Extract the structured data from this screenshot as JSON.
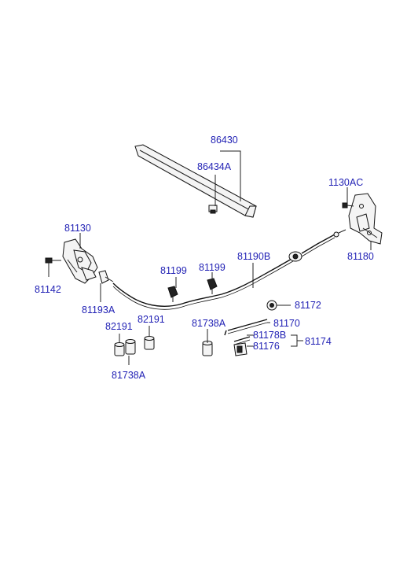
{
  "diagram": {
    "labels": {
      "p86430": "86430",
      "p86434A": "86434A",
      "p1130AC": "1130AC",
      "p81130": "81130",
      "p81180": "81180",
      "p81190B": "81190B",
      "p81199_left": "81199",
      "p81199_right": "81199",
      "p81142": "81142",
      "p81193A": "81193A",
      "p81172": "81172",
      "p81170": "81170",
      "p81738A_mid": "81738A",
      "p82191_left": "82191",
      "p82191_right": "82191",
      "p81178B": "81178B",
      "p81174": "81174",
      "p81176": "81176",
      "p81738A_bottom": "81738A"
    }
  }
}
